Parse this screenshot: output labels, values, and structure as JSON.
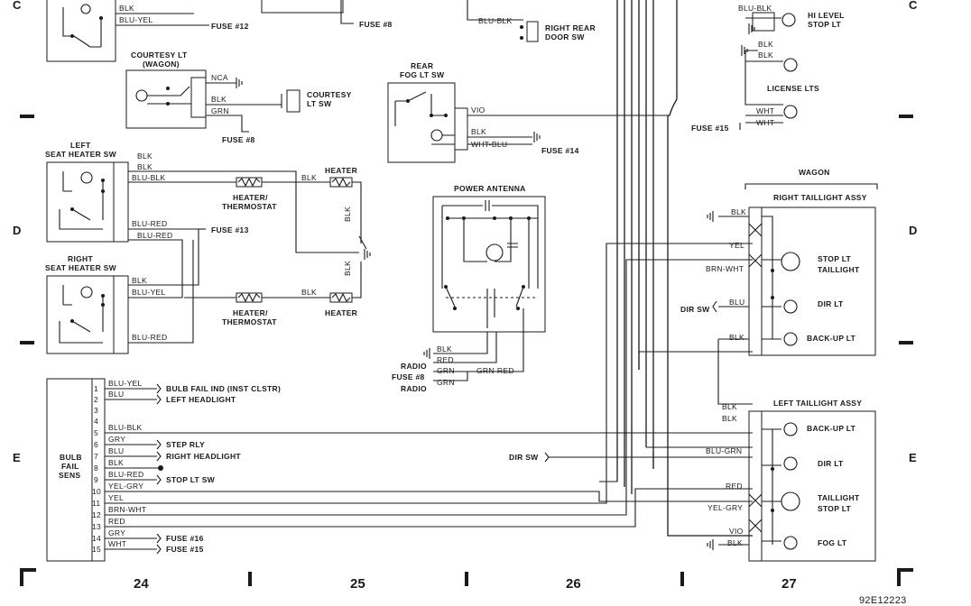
{
  "grid": {
    "rows_left": [
      "C",
      "D",
      "E"
    ],
    "rows_right": [
      "C",
      "D",
      "E"
    ],
    "columns": [
      "24",
      "25",
      "26",
      "27"
    ],
    "drawing_number": "92E12223"
  },
  "top_left": {
    "wires": [
      "BLK",
      "BLU-YEL"
    ],
    "fuse": "FUSE #12"
  },
  "top_center": {
    "fuse": "FUSE #8"
  },
  "courtesy_lt": {
    "title_line1": "COURTESY LT",
    "title_line2": "(WAGON)",
    "wires": [
      "NCA",
      "BLK",
      "GRN"
    ],
    "fuse": "FUSE #8",
    "switch_line1": "COURTESY",
    "switch_line2": "LT SW"
  },
  "right_rear_door": {
    "wire": "BLU-BLK",
    "label_line1": "RIGHT REAR",
    "label_line2": "DOOR SW"
  },
  "rear_fog": {
    "title_line1": "REAR",
    "title_line2": "FOG LT SW",
    "wires": [
      "VIO",
      "BLK",
      "WHT-BLU"
    ],
    "fuse": "FUSE #14"
  },
  "hi_level": {
    "wire": "BLU-BLK",
    "label_line1": "HI LEVEL",
    "label_line2": "STOP LT"
  },
  "license": {
    "wires_top": [
      "BLK",
      "BLK"
    ],
    "title": "LICENSE LTS",
    "wires_bottom": [
      "WHT",
      "WHT"
    ],
    "fuse": "FUSE #15"
  },
  "left_seat": {
    "title_line1": "LEFT",
    "title_line2": "SEAT HEATER SW",
    "wires": [
      "BLK",
      "BLK",
      "BLU-BLK",
      "BLU-RED",
      "BLU-RED"
    ],
    "fuse": "FUSE #13"
  },
  "right_seat": {
    "title_line1": "RIGHT",
    "title_line2": "SEAT HEATER SW",
    "wires": [
      "BLK",
      "BLU-YEL",
      "BLU-RED"
    ]
  },
  "heater_top": {
    "wire": "BLK",
    "heater": "HEATER",
    "thermo_line1": "HEATER/",
    "thermo_line2": "THERMOSTAT",
    "vert_wire1": "BLK",
    "vert_wire2": "BLK"
  },
  "heater_bottom": {
    "wire": "BLK",
    "heater": "HEATER",
    "thermo_line1": "HEATER/",
    "thermo_line2": "THERMOSTAT"
  },
  "power_antenna": {
    "title": "POWER ANTENNA",
    "wires": [
      "BLK",
      "RED",
      "GRN",
      "GRN",
      "GRN-RED"
    ],
    "labels": [
      "RADIO",
      "FUSE #8",
      "RADIO"
    ]
  },
  "bulb_fail": {
    "title_line1": "BULB",
    "title_line2": "FAIL",
    "title_line3": "SENS",
    "pins": [
      {
        "num": "1",
        "wire": "BLU-YEL",
        "dest": "BULB FAIL IND (INST CLSTR)"
      },
      {
        "num": "2",
        "wire": "BLU",
        "dest": "LEFT HEADLIGHT"
      },
      {
        "num": "3",
        "wire": "",
        "dest": ""
      },
      {
        "num": "4",
        "wire": "",
        "dest": ""
      },
      {
        "num": "5",
        "wire": "BLU-BLK",
        "dest": ""
      },
      {
        "num": "6",
        "wire": "GRY",
        "dest": "STEP RLY"
      },
      {
        "num": "7",
        "wire": "BLU",
        "dest": "RIGHT HEADLIGHT"
      },
      {
        "num": "8",
        "wire": "BLK",
        "dest": ""
      },
      {
        "num": "9",
        "wire": "BLU-RED",
        "dest": "STOP LT SW"
      },
      {
        "num": "10",
        "wire": "YEL-GRY",
        "dest": ""
      },
      {
        "num": "11",
        "wire": "YEL",
        "dest": ""
      },
      {
        "num": "12",
        "wire": "BRN-WHT",
        "dest": ""
      },
      {
        "num": "13",
        "wire": "RED",
        "dest": ""
      },
      {
        "num": "14",
        "wire": "GRY",
        "dest": "FUSE #16"
      },
      {
        "num": "15",
        "wire": "WHT",
        "dest": "FUSE #15"
      }
    ]
  },
  "dir_sw_left": "DIR SW",
  "wagon": {
    "title": "WAGON",
    "right_assy_title": "RIGHT TAILLIGHT ASSY",
    "wires": [
      "BLK",
      "YEL",
      "BRN-WHT",
      "BLU",
      "BLK"
    ],
    "dir_sw": "DIR SW",
    "lamps": [
      "STOP LT",
      "TAILLIGHT",
      "DIR LT",
      "BACK-UP LT"
    ]
  },
  "left_assy": {
    "title": "LEFT TAILLIGHT ASSY",
    "wires_top": [
      "BLK",
      "BLK"
    ],
    "wires": [
      "BLU-GRN",
      "RED",
      "YEL-GRY",
      "VIO",
      "BLK"
    ],
    "lamps": [
      "BACK-UP LT",
      "DIR LT",
      "TAILLIGHT",
      "STOP LT",
      "FOG LT"
    ]
  }
}
